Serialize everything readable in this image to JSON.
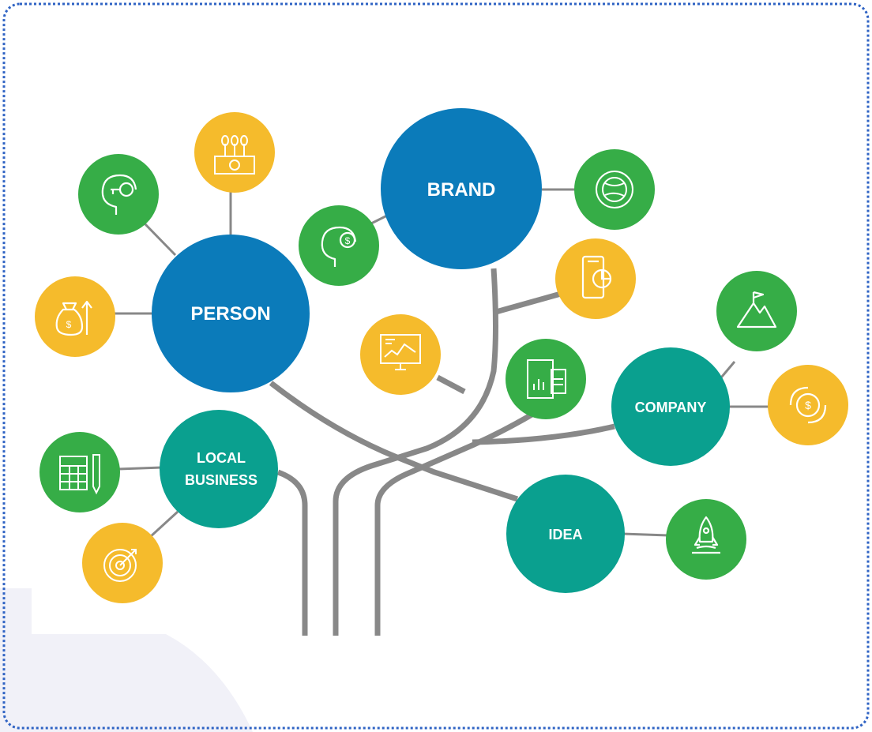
{
  "colors": {
    "blue": "#0b7bba",
    "teal": "#0aa08f",
    "green": "#36ad47",
    "yellow": "#f5bb2c",
    "line": "#888888",
    "border": "#2f63c4",
    "shadow": "#f1f1f8"
  },
  "nodes": {
    "person": "PERSON",
    "brand": "BRAND",
    "company": "COMPANY",
    "idea": "IDEA",
    "local_business_line1": "LOCAL",
    "local_business_line2": "BUSINESS"
  },
  "icons": [
    "head-key-icon",
    "money-plants-icon",
    "money-bag-growth-icon",
    "head-dollar-icon",
    "globe-icon",
    "mobile-chart-icon",
    "monitor-chart-icon",
    "calculator-clipboard-icon",
    "mountain-flag-icon",
    "dollar-cycle-icon",
    "spreadsheet-pencil-icon",
    "target-icon",
    "rocket-icon"
  ]
}
